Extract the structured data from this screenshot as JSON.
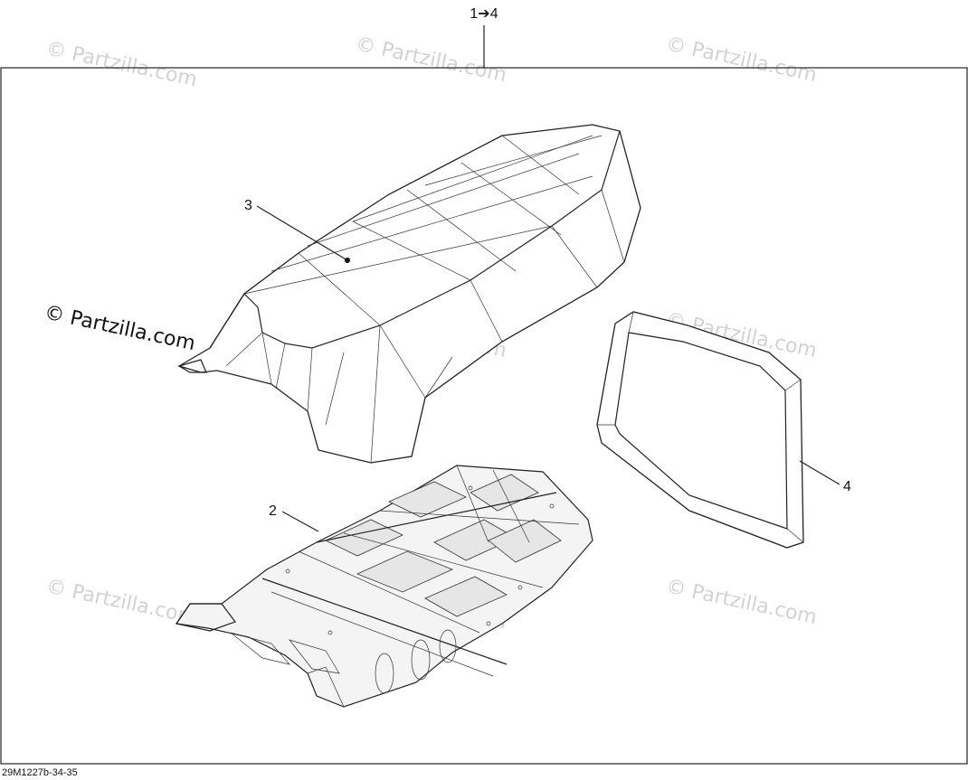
{
  "diagram": {
    "range_label": "1➔4",
    "callouts": {
      "seat_base": "2",
      "seat_cover": "3",
      "gasket": "4"
    },
    "watermark": "© Partzilla.com",
    "drawing_code": "29M1227b-34-35"
  }
}
